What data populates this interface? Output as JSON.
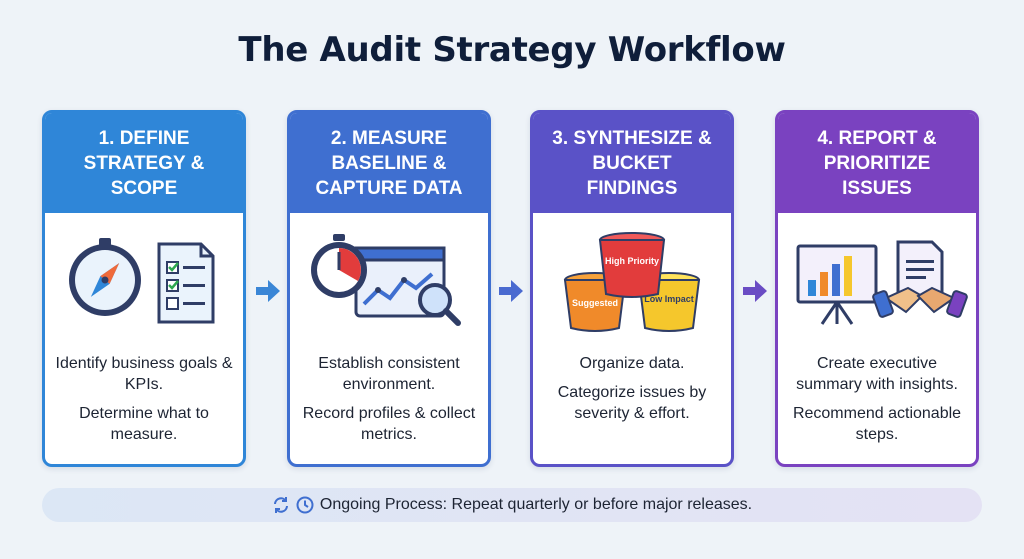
{
  "title": "The Audit Strategy Workflow",
  "steps": [
    {
      "header": [
        "1. DEFINE",
        "STRATEGY &",
        "SCOPE"
      ],
      "lines": [
        "Identify business goals & KPIs.",
        "Determine what to measure."
      ],
      "color": "#2f86d8"
    },
    {
      "header": [
        "2. MEASURE",
        "BASELINE &",
        "CAPTURE DATA"
      ],
      "lines": [
        "Establish consistent environment.",
        "Record profiles & collect metrics."
      ],
      "color": "#3f6fd0"
    },
    {
      "header": [
        "3. SYNTHESIZE &",
        "BUCKET",
        "FINDINGS"
      ],
      "lines": [
        "Organize data.",
        "Categorize issues by severity & effort."
      ],
      "color": "#5a52c7",
      "buckets": {
        "high": "High Priority",
        "suggested": "Suggested",
        "low": "Low Impact"
      }
    },
    {
      "header": [
        "4. REPORT &",
        "PRIORITIZE",
        "ISSUES"
      ],
      "lines": [
        "Create executive summary with insights.",
        "Recommend actionable steps."
      ],
      "color": "#7a42c0"
    }
  ],
  "footer": {
    "text": "Ongoing Process: Repeat quarterly or before major releases."
  },
  "icons": [
    "compass-icon",
    "checklist-icon",
    "stopwatch-icon",
    "chart-window-icon",
    "magnifier-icon",
    "buckets-icon",
    "presentation-board-icon",
    "document-icon",
    "handshake-icon",
    "refresh-icon",
    "clock-icon"
  ]
}
